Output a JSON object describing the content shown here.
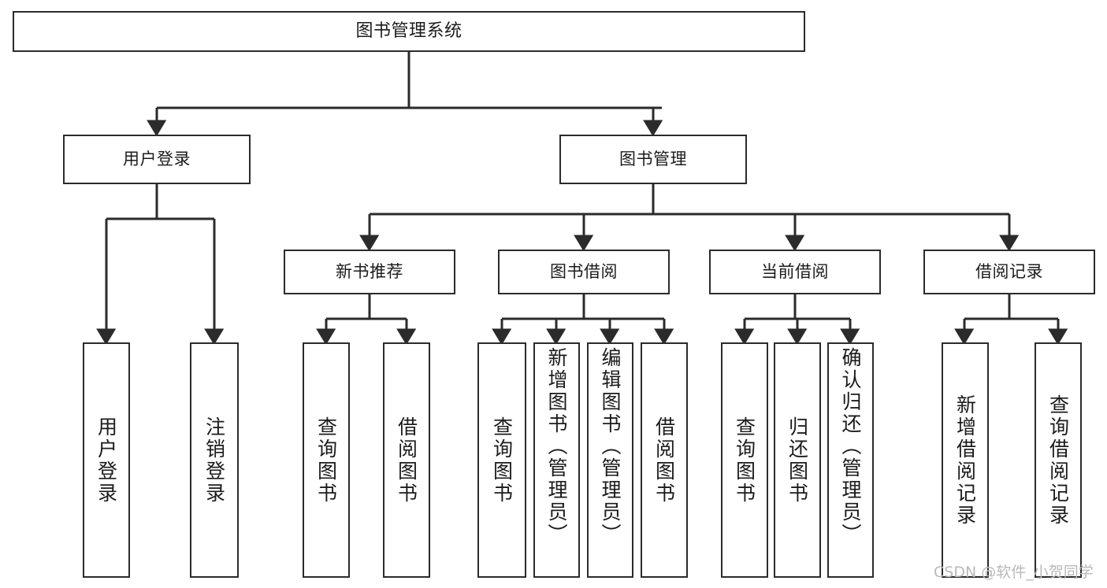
{
  "diagram": {
    "title": "图书管理系统",
    "type": "tree-hierarchy-diagram",
    "watermark": "CSDN @软件_小贺同学",
    "colors": {
      "stroke": "#2b2b2b",
      "fill": "#ffffff",
      "text": "#1b1b1b",
      "watermark": "#b9b9b9"
    },
    "nodes": {
      "root": {
        "label": "图书管理系统"
      },
      "level2": [
        {
          "label": "用户登录"
        },
        {
          "label": "图书管理"
        }
      ],
      "level3": [
        {
          "label": "新书推荐"
        },
        {
          "label": "图书借阅"
        },
        {
          "label": "当前借阅"
        },
        {
          "label": "借阅记录"
        }
      ],
      "leaves_user_login": [
        {
          "label": "用户登录"
        },
        {
          "label": "注销登录"
        }
      ],
      "leaves_new_books": [
        {
          "label": "查询图书"
        },
        {
          "label": "借阅图书"
        }
      ],
      "leaves_borrow_books": [
        {
          "label": "查询图书"
        },
        {
          "label": "新增图书（管理员）"
        },
        {
          "label": "编辑图书（管理员）"
        },
        {
          "label": "借阅图书"
        }
      ],
      "leaves_current_borrow": [
        {
          "label": "查询图书"
        },
        {
          "label": "归还图书"
        },
        {
          "label": "确认归还（管理员）"
        }
      ],
      "leaves_borrow_records": [
        {
          "label": "新增借阅记录"
        },
        {
          "label": "查询借阅记录"
        }
      ]
    }
  }
}
